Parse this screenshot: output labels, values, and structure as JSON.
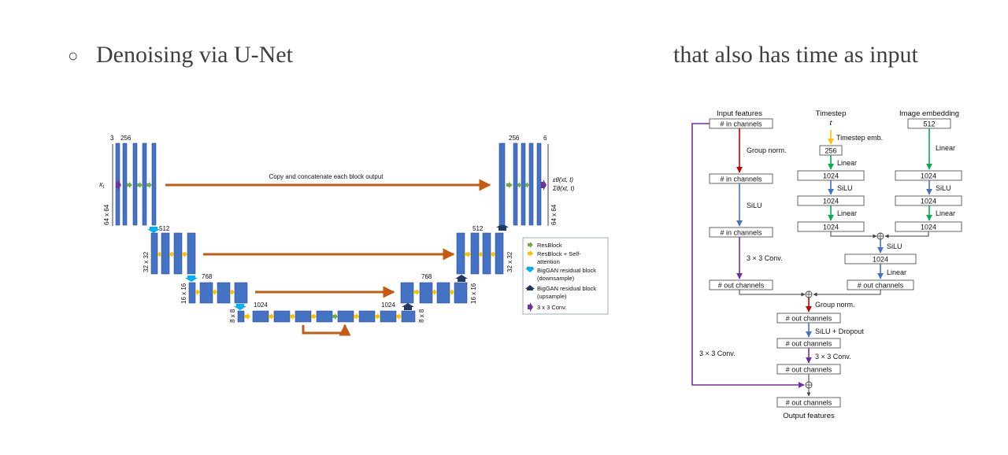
{
  "slide": {
    "bullet": "○",
    "title": "Denoising via U-Net",
    "subtitle": "that also has time as input"
  },
  "colors": {
    "block": "#4472c4",
    "block_border": "#2f528f",
    "skip_arrow": "#c55a11",
    "resblock": "#70ad47",
    "attention": "#ffc000",
    "downsample": "#00b0f0",
    "upsample": "#203864",
    "conv": "#7030a0",
    "group_norm_arrow": "#c00000",
    "silu_arrow": "#4472c4",
    "linear_arrow": "#00b050",
    "timestep_arrow": "#ffc000",
    "conv_arrow": "#7030a0"
  },
  "unet": {
    "input_channels": "3",
    "first_width": "256",
    "output_width_label": "256",
    "output_channels": "6",
    "input_symbol": "x",
    "input_subscript": "t",
    "output_eps": "εθ(xt, t)",
    "output_sigma": "Σθ(xt, t)",
    "res_64": "64 x 64",
    "res_32": "32 x 32",
    "res_16": "16 x 16",
    "res_8": "8 x 8",
    "ch_512": "512",
    "ch_768": "768",
    "ch_1024": "1024",
    "skip_caption": "Copy and concatenate each block output",
    "legend": {
      "resblock": "ResBlock",
      "attention_line1": "ResBlock + Self-",
      "attention_line2": "attention",
      "down_line1": "BigGAN residual block",
      "down_line2": "(downsample)",
      "up_line1": "BigGAN residual block",
      "up_line2": "(upsample)",
      "conv": "3 x 3 Conv."
    }
  },
  "resblock": {
    "input_features": "Input features",
    "timestep": "Timestep",
    "timestep_var": "t",
    "image_embedding": "Image embedding",
    "in_channels": "# in channels",
    "emb_512": "512",
    "timestep_emb": "Timestep emb.",
    "emb_256": "256",
    "emb_1024": "1024",
    "group_norm": "Group norm.",
    "linear": "Linear",
    "silu": "SiLU",
    "conv_3x3": "3 × 3 Conv.",
    "out_channels": "# out channels",
    "silu_dropout": "SiLU + Dropout",
    "output_features": "Output features"
  }
}
